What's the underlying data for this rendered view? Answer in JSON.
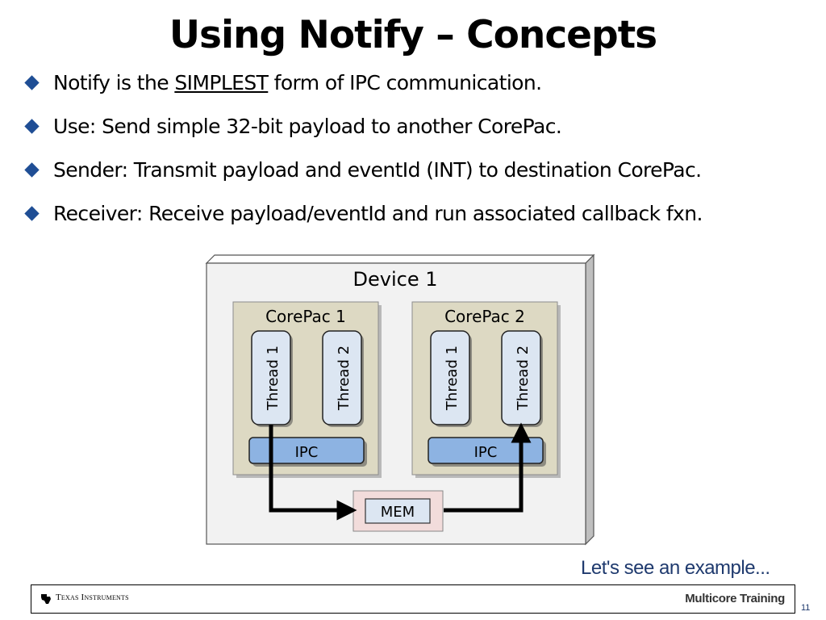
{
  "slide": {
    "title": "Using Notify – Concepts",
    "bullets": [
      {
        "before": "Notify is the ",
        "emph": "SIMPLEST",
        "after": " form of IPC communication."
      },
      {
        "text": "Use: Send simple 32-bit payload to another CorePac."
      },
      {
        "text": "Sender: Transmit payload and eventId (INT) to destination CorePac."
      },
      {
        "text": "Receiver: Receive payload/eventId and run associated callback fxn."
      }
    ],
    "example_link": "Let's see an example...",
    "page_number": "11"
  },
  "diagram": {
    "device_label": "Device 1",
    "corepacs": [
      {
        "label": "CorePac 1",
        "threads": [
          "Thread 1",
          "Thread 2"
        ],
        "ipc": "IPC"
      },
      {
        "label": "CorePac 2",
        "threads": [
          "Thread 1",
          "Thread 2"
        ],
        "ipc": "IPC"
      }
    ],
    "mem_label": "MEM"
  },
  "footer": {
    "company": "Texas Instruments",
    "course": "Multicore Training"
  },
  "colors": {
    "bullet": "#1f4e95",
    "device_bg": "#f2f2f2",
    "corepac_bg": "#ddd9c3",
    "thread_bg": "#dce6f2",
    "ipc_bg": "#8db3e2",
    "mem_bg": "#f2dcdb",
    "link_text": "#1f3a6e"
  }
}
